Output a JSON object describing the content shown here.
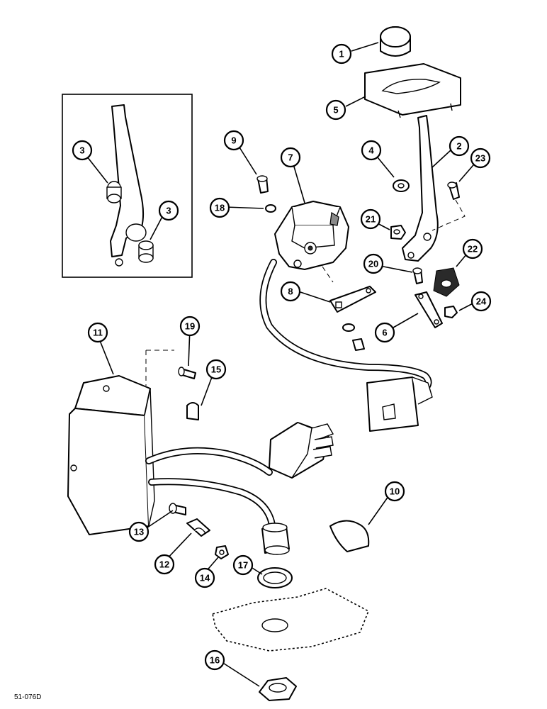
{
  "diagram_code": "51-076D",
  "callouts": [
    {
      "id": "1",
      "label": "1"
    },
    {
      "id": "2",
      "label": "2"
    },
    {
      "id": "3a",
      "label": "3"
    },
    {
      "id": "3b",
      "label": "3"
    },
    {
      "id": "4",
      "label": "4"
    },
    {
      "id": "5",
      "label": "5"
    },
    {
      "id": "6",
      "label": "6"
    },
    {
      "id": "7",
      "label": "7"
    },
    {
      "id": "8",
      "label": "8"
    },
    {
      "id": "9",
      "label": "9"
    },
    {
      "id": "10",
      "label": "10"
    },
    {
      "id": "11",
      "label": "11"
    },
    {
      "id": "12",
      "label": "12"
    },
    {
      "id": "13",
      "label": "13"
    },
    {
      "id": "14",
      "label": "14"
    },
    {
      "id": "15",
      "label": "15"
    },
    {
      "id": "16",
      "label": "16"
    },
    {
      "id": "17",
      "label": "17"
    },
    {
      "id": "18",
      "label": "18"
    },
    {
      "id": "19",
      "label": "19"
    },
    {
      "id": "20",
      "label": "20"
    },
    {
      "id": "21",
      "label": "21"
    },
    {
      "id": "22",
      "label": "22"
    },
    {
      "id": "23",
      "label": "23"
    },
    {
      "id": "24",
      "label": "24"
    }
  ]
}
